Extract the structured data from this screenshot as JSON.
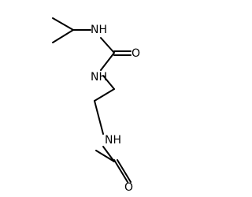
{
  "molecule": {
    "atoms": {
      "nh_top": "NH",
      "oxygen_top": "O",
      "nh_middle": "NH",
      "nh_bottom": "NH",
      "oxygen_bottom": "O"
    }
  }
}
